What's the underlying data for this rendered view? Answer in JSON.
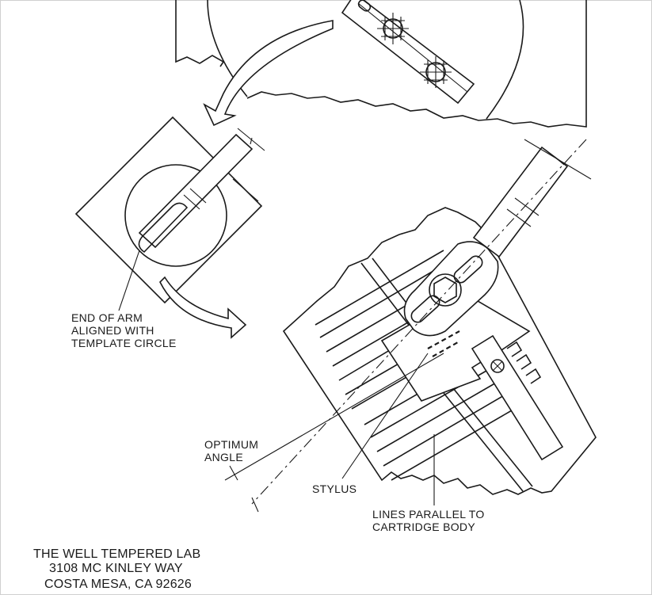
{
  "labels": {
    "end_of_arm": [
      "END OF ARM",
      "ALIGNED WITH",
      "TEMPLATE CIRCLE"
    ],
    "optimum_angle": [
      "OPTIMUM",
      "ANGLE"
    ],
    "stylus": "STYLUS",
    "lines_parallel": [
      "LINES PARALLEL TO",
      "CARTRIDGE BODY"
    ]
  },
  "address": {
    "line1": "THE WELL TEMPERED LAB",
    "line2": "3108 MC KINLEY WAY",
    "line3": "COSTA MESA, CA 92626"
  }
}
